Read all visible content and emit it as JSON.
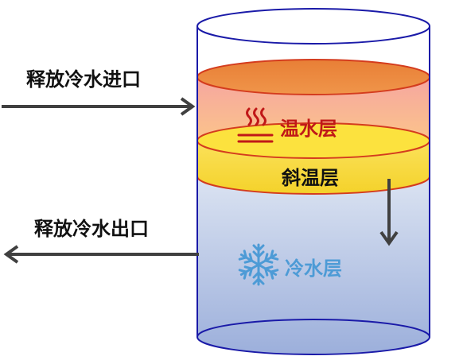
{
  "labels": {
    "inlet": "释放冷水进口",
    "outlet": "释放冷水出口",
    "warm_layer": "温水层",
    "thermocline": "斜温层",
    "cold_layer": "冷水层"
  },
  "icons": {
    "warm": "heat-waves-icon",
    "cold": "snowflake-icon"
  },
  "colors": {
    "outline": "#1a1aa8",
    "warm_top": "#ec8a3a",
    "warm_band": "#f6b070",
    "thermocline_fill": "#fce23e",
    "thermocline_edge": "#d43c1e",
    "cold_top": "#d8e1f1",
    "cold_bottom": "#9fb1dc",
    "warm_text": "#c01818",
    "cold_text": "#4d9bd6",
    "arrow": "#404040"
  }
}
